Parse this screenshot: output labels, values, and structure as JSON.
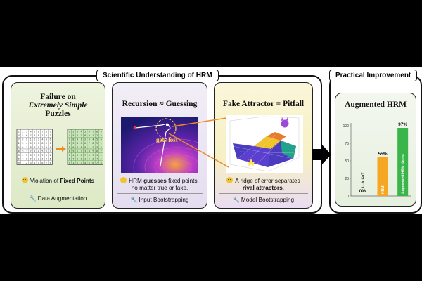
{
  "groups": {
    "left_title": "Scientific Understanding of HRM",
    "right_title": "Practical Improvement"
  },
  "panels": [
    {
      "title_line1": "Failure on",
      "title_line2": "Extremely Simple",
      "title_line3": "Puzzles",
      "body_pre": "Violation of ",
      "body_bold": "Fixed Points",
      "footer": "Data Augmentation"
    },
    {
      "title": "Recursion ≈ Guessing",
      "image_label": "gets lost",
      "body_pre": "HRM ",
      "body_bold": "guesses",
      "body_post": " fixed points,",
      "body_line2": "no matter true or fake.",
      "footer": "Input Bootstrapping"
    },
    {
      "title": "Fake Attractor = Pitfall",
      "body_line1": "A ridge of error separates",
      "body_bold": "rival attractors",
      "body_post": ".",
      "footer": "Model Bootstrapping"
    },
    {
      "title": "Augmented HRM"
    }
  ],
  "chart_data": {
    "type": "bar",
    "categories": [
      "LLM CoT",
      "HRM",
      "Augmented HRM (Ours)"
    ],
    "values": [
      0,
      55,
      97
    ],
    "value_labels": [
      "0%",
      "55%",
      "97%"
    ],
    "ylim": [
      0,
      100
    ],
    "yticks": [
      0,
      25,
      50,
      75,
      100
    ],
    "colors": [
      "#ffffff",
      "#f5a623",
      "#39b54a"
    ]
  },
  "colors": {
    "orange": "#f08a24",
    "green": "#39b54a",
    "grid_green": "#c8e6b8"
  }
}
